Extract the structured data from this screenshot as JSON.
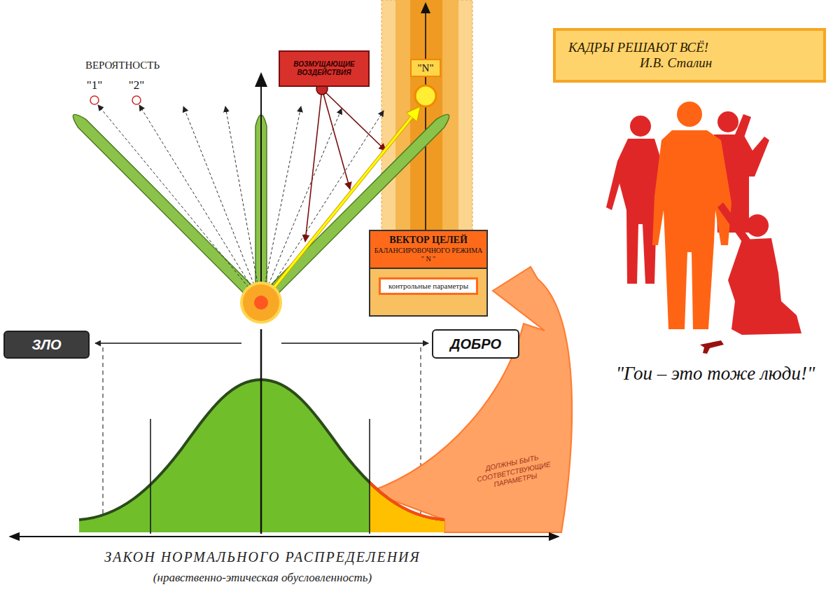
{
  "diagram": {
    "nodes": [
      {
        "text": [
          "ВОЗМУЩАЮЩИЕ ВОЗДЕЙСТВИЯ"
        ]
      },
      {
        "text": [
          "\"N\""
        ]
      },
      {
        "text": [
          "КАДРЫ РЕШАЮТ ВСЁ!",
          "И.В. Сталин"
        ]
      },
      {
        "text": [
          "ВЕКТОР ЦЕЛЕЙ",
          "БАЛАНСИРОВОЧНОГО РЕЖИМА \" N \""
        ]
      },
      {
        "text": [
          "контрольные параметры"
        ],
        "in": 3
      },
      {
        "text": [
          "ЗЛО"
        ]
      },
      {
        "text": [
          "ДОБРО"
        ]
      }
    ],
    "labels": [
      "ВЕРОЯТНОСТЬ",
      "\"1\"",
      "\"2\"",
      "ДОЛЖНЫ БЫТЬ СООТВЕТСТВУЮЩИЕ ПАРАМЕТРЫ",
      "\"Гои – это тоже люди!\"",
      "ЗАКОН НОРМАЛЬНОГО РАСПРЕДЕЛЕНИЯ",
      "(нравственно-этическая обусловленность)"
    ]
  }
}
